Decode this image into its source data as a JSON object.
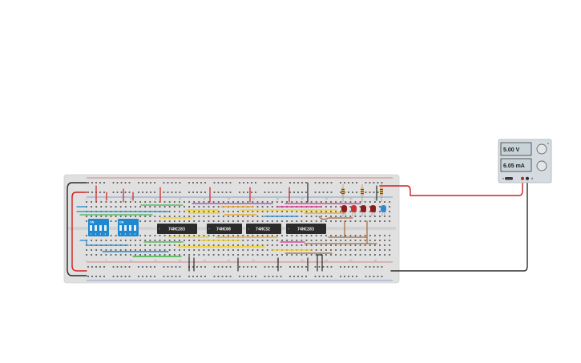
{
  "power_supply": {
    "voltage": "5.00 V",
    "current": "6.05 mA"
  },
  "chips": [
    {
      "label": "74HC283"
    },
    {
      "label": "74HC08"
    },
    {
      "label": "74HC32"
    },
    {
      "label": "74HC283"
    }
  ],
  "dip_switches": [
    {
      "on_label": "ON",
      "numbers": [
        "1",
        "2",
        "3",
        "4"
      ]
    },
    {
      "on_label": "ON",
      "numbers": [
        "1",
        "2",
        "3",
        "4"
      ]
    }
  ],
  "breadboard": {
    "column_numbers_top": [
      "1",
      "5",
      "10",
      "15",
      "20",
      "25",
      "30",
      "35",
      "40",
      "45",
      "50",
      "55",
      "60"
    ],
    "column_numbers_bottom": [
      "1",
      "5",
      "10",
      "15",
      "20",
      "25",
      "30",
      "35",
      "40",
      "45",
      "50",
      "55",
      "60"
    ]
  },
  "colors": {
    "board": "#e0e0e0",
    "chip": "#2b2b2b",
    "dip": "#1e88d0",
    "wire_red": "#d02020",
    "wire_black": "#2a2a2a",
    "psu_body": "#d5dbe0",
    "psu_display": "#c8d3d8"
  }
}
